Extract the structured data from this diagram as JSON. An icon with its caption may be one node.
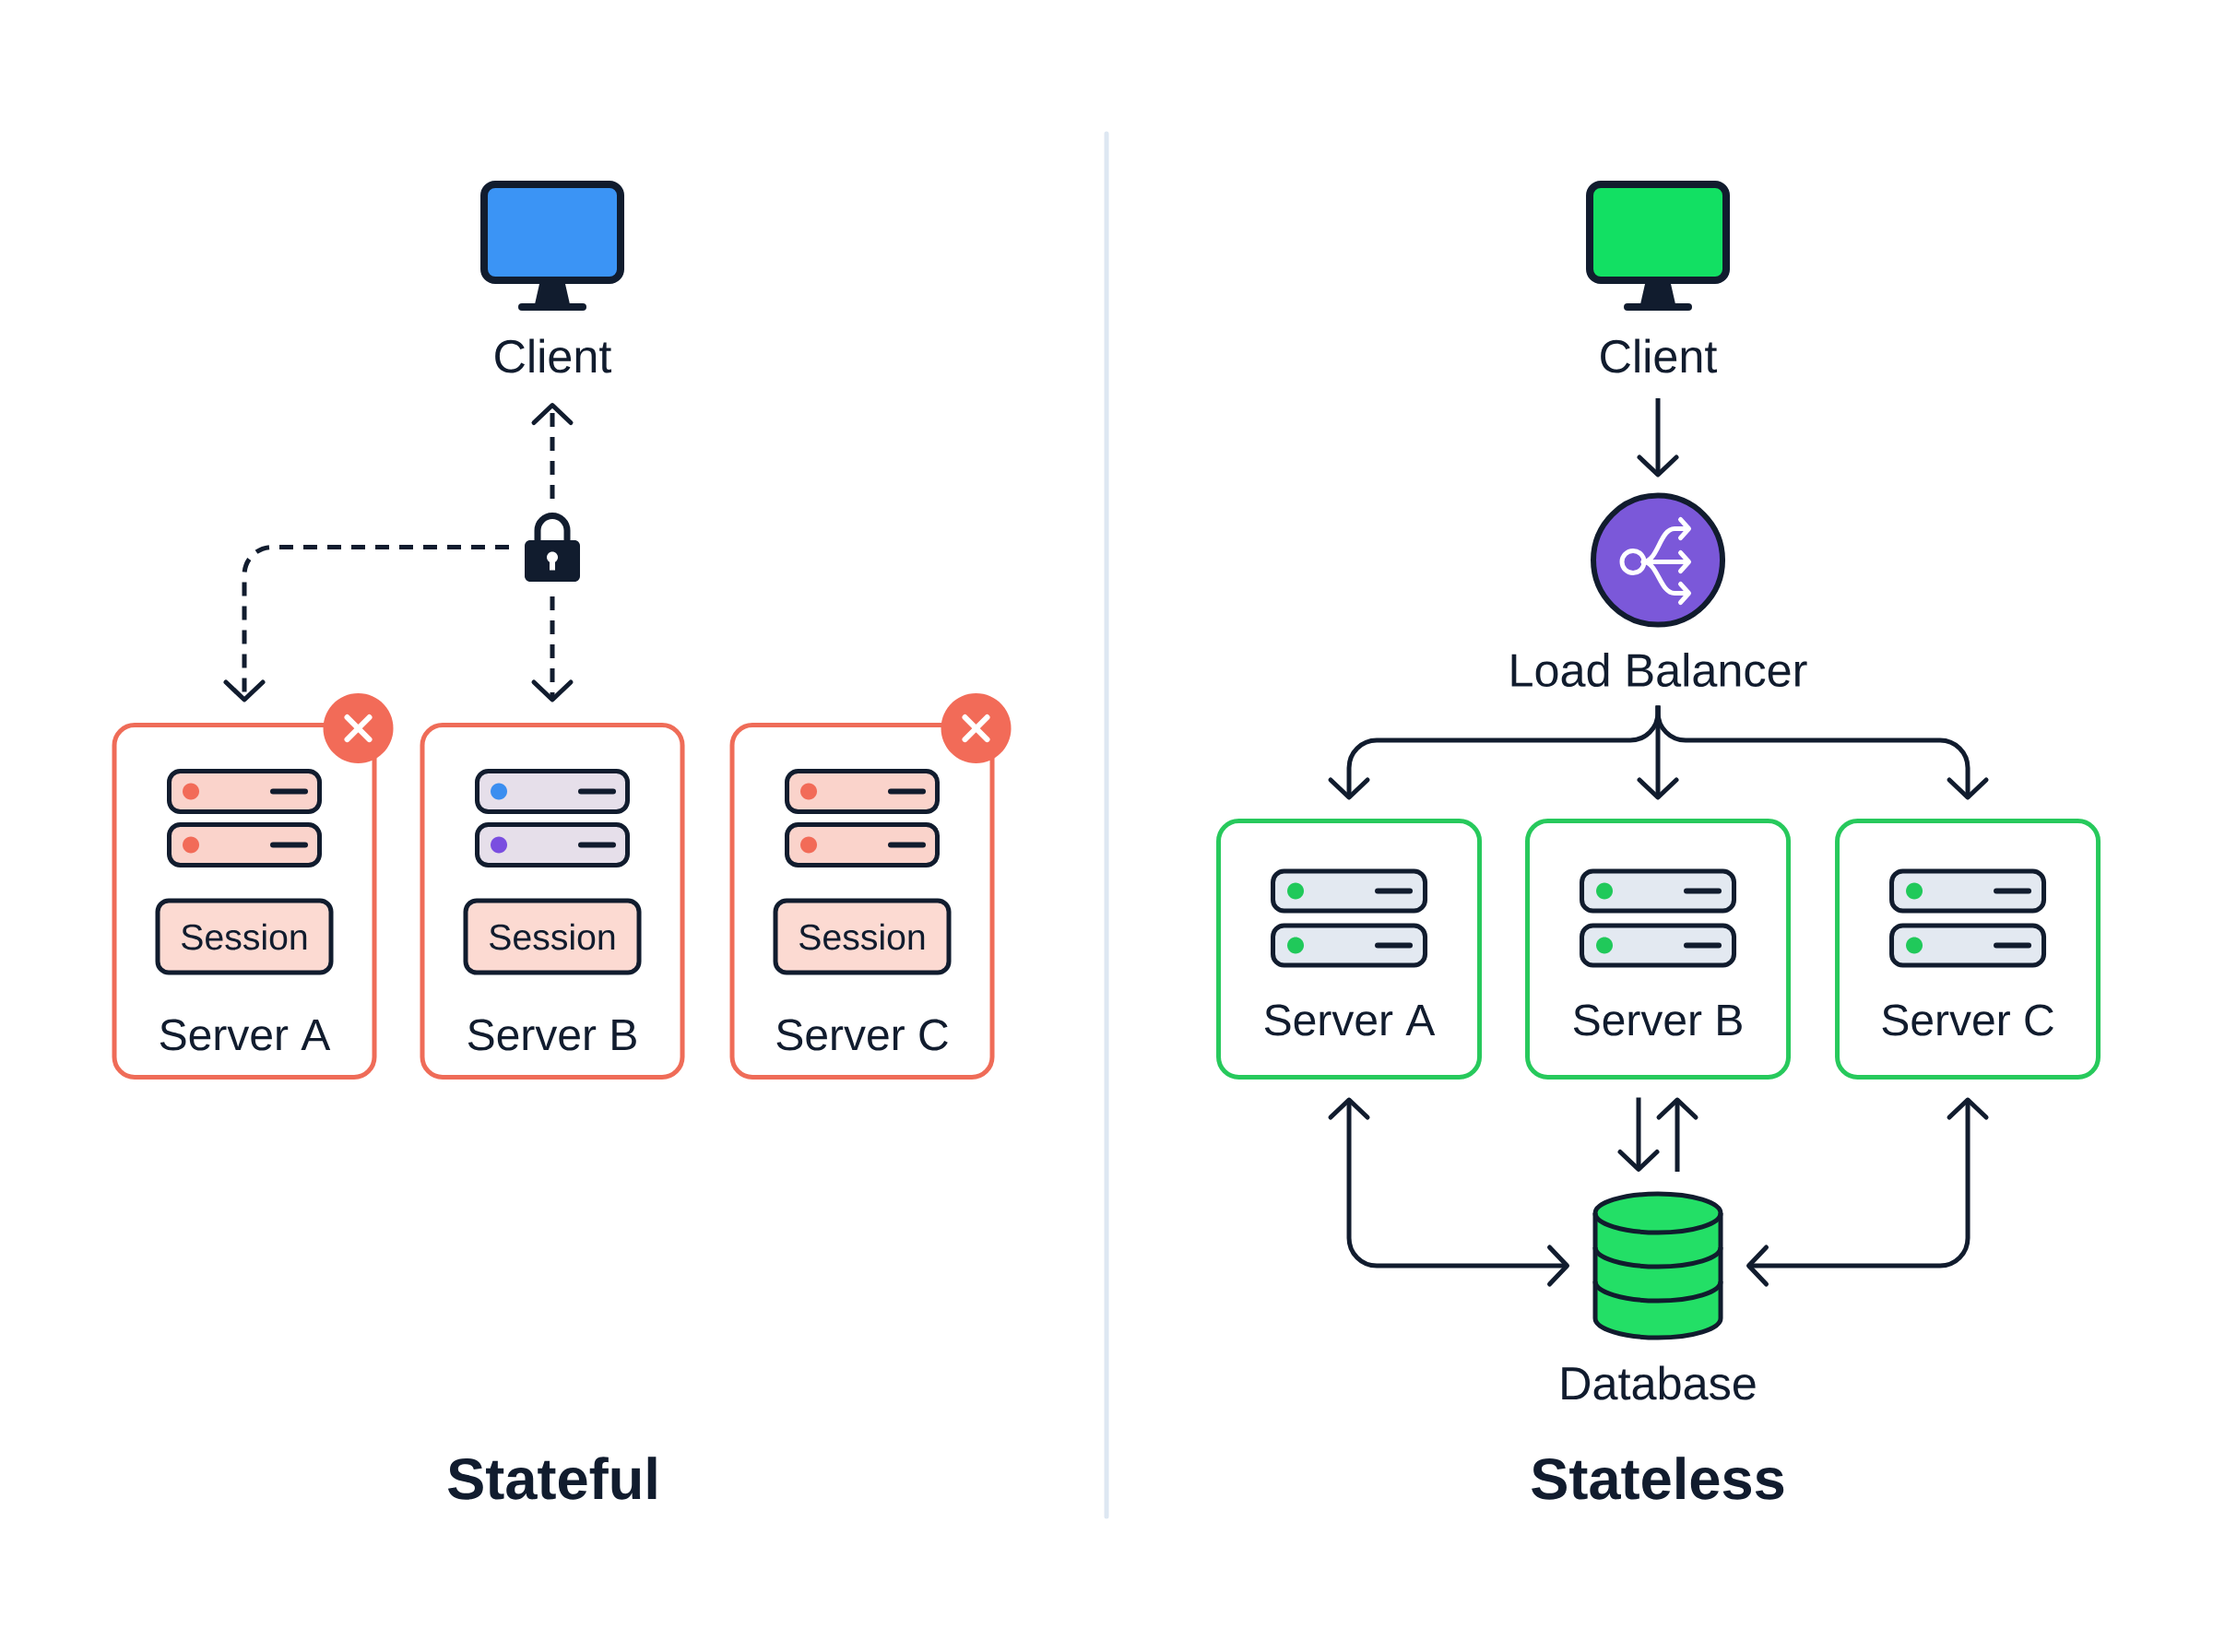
{
  "diagram": {
    "nodes": [
      {
        "text": [
          "Client"
        ]
      },
      {
        "text": [],
        "shape": "lock"
      },
      {
        "text": [
          "Server A"
        ]
      },
      {
        "text": [
          "Session"
        ],
        "in": 2
      },
      {
        "text": [
          "Server B"
        ]
      },
      {
        "text": [
          "Session"
        ],
        "in": 4
      },
      {
        "text": [
          "Server C"
        ]
      },
      {
        "text": [
          "Session"
        ],
        "in": 6
      },
      {
        "text": [
          "Client"
        ]
      },
      {
        "text": [
          "Load Balancer"
        ]
      },
      {
        "text": [
          "Server A"
        ]
      },
      {
        "text": [
          "Server B"
        ]
      },
      {
        "text": [
          "Server C"
        ]
      },
      {
        "text": [
          "Database"
        ]
      }
    ],
    "edges": [
      {
        "from": 1,
        "to": 0,
        "arrow": "to",
        "style": "dashed"
      },
      {
        "from": 1,
        "to": 2,
        "arrow": "to",
        "style": "dashed"
      },
      {
        "from": 1,
        "to": 4,
        "arrow": "to",
        "style": "dashed"
      },
      {
        "from": 8,
        "to": 9,
        "arrow": "to"
      },
      {
        "from": 9,
        "to": 10,
        "arrow": "to"
      },
      {
        "from": 9,
        "to": 11,
        "arrow": "to"
      },
      {
        "from": 9,
        "to": 12,
        "arrow": "to"
      },
      {
        "from": 10,
        "to": 13,
        "arrow": "both"
      },
      {
        "from": 11,
        "to": 13,
        "arrow": "to"
      },
      {
        "from": 13,
        "to": 11,
        "arrow": "to"
      },
      {
        "from": 12,
        "to": 13,
        "arrow": "both"
      }
    ],
    "labels": [
      "Stateful",
      "Stateless"
    ]
  }
}
